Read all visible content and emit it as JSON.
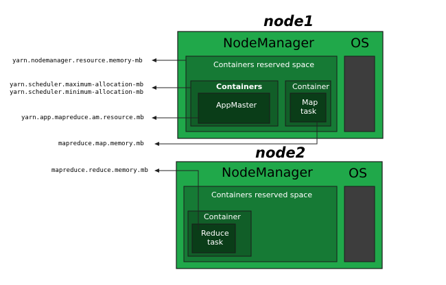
{
  "node1": {
    "title": "node1",
    "nodemanager": "NodeManager",
    "os": "OS",
    "reserved": "Containers reserved space",
    "containers_title": "Containers",
    "appmaster": "AppMaster",
    "container_title": "Container",
    "map_task_line1": "Map",
    "map_task_line2": "task"
  },
  "node2": {
    "title": "node2",
    "nodemanager": "NodeManager",
    "os": "OS",
    "reserved": "Containers reserved space",
    "container_title": "Container",
    "reduce_task_line1": "Reduce",
    "reduce_task_line2": "task"
  },
  "properties": {
    "nm_memory": "yarn.nodemanager.resource.memory-mb",
    "sched_max": "yarn.scheduler.maximum-allocation-mb",
    "sched_min": "yarn.scheduler.minimum-allocation-mb",
    "am_resource": "yarn.app.mapreduce.am.resource.mb",
    "map_memory": "mapreduce.map.memory.mb",
    "reduce_memory": "mapreduce.reduce.memory.mb"
  }
}
